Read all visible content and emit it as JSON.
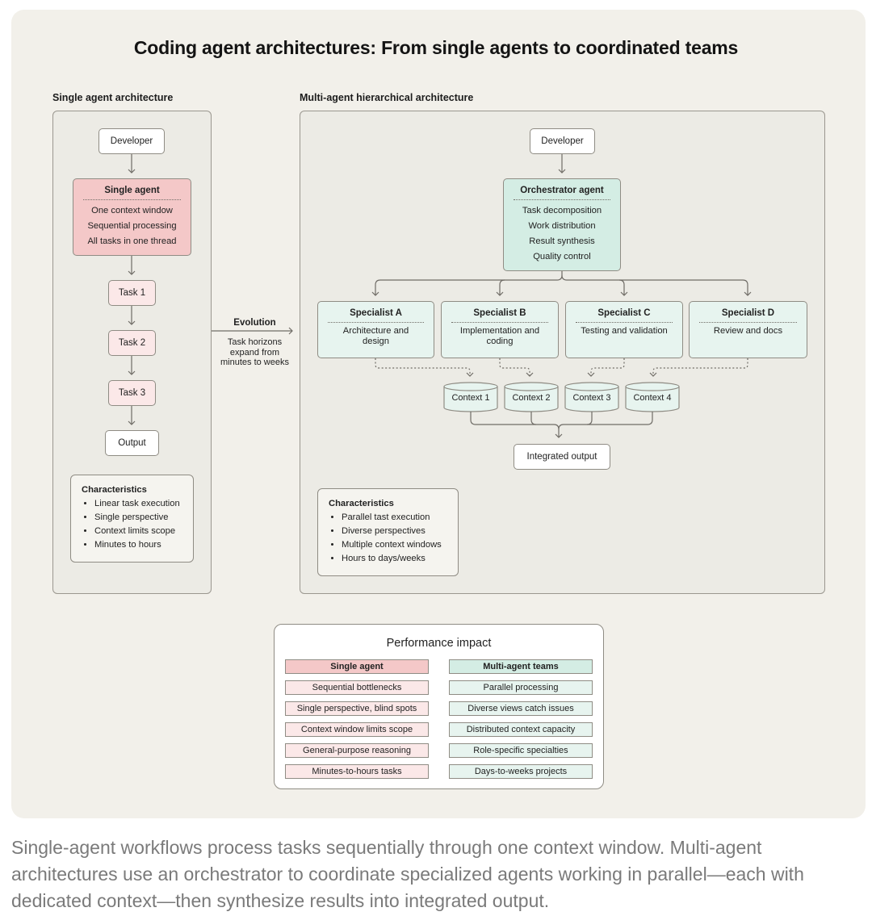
{
  "title": "Coding agent architectures: From single agents to coordinated teams",
  "single": {
    "label": "Single agent architecture",
    "developer": "Developer",
    "agent_title": "Single agent",
    "agent_lines": [
      "One context window",
      "Sequential processing",
      "All tasks in one thread"
    ],
    "tasks": [
      "Task 1",
      "Task 2",
      "Task 3"
    ],
    "output": "Output",
    "characteristics": {
      "title": "Characteristics",
      "items": [
        "Linear task execution",
        "Single perspective",
        "Context limits scope",
        "Minutes to hours"
      ]
    }
  },
  "evolution": {
    "title": "Evolution",
    "text": [
      "Task horizons",
      "expand from",
      "minutes to weeks"
    ]
  },
  "multi": {
    "label": "Multi-agent hierarchical architecture",
    "developer": "Developer",
    "orchestrator_title": "Orchestrator agent",
    "orchestrator_lines": [
      "Task decomposition",
      "Work distribution",
      "Result synthesis",
      "Quality control"
    ],
    "specialists": [
      {
        "title": "Specialist A",
        "desc": [
          "Architecture and",
          "design"
        ]
      },
      {
        "title": "Specialist B",
        "desc": [
          "Implementation and",
          "coding"
        ]
      },
      {
        "title": "Specialist C",
        "desc": [
          "Testing and validation"
        ]
      },
      {
        "title": "Specialist D",
        "desc": [
          "Review and docs"
        ]
      }
    ],
    "contexts": [
      "Context 1",
      "Context 2",
      "Context 3",
      "Context 4"
    ],
    "integrated_output": "Integrated output",
    "characteristics": {
      "title": "Characteristics",
      "items": [
        "Parallel tast execution",
        "Diverse perspectives",
        "Multiple context windows",
        "Hours to days/weeks"
      ]
    }
  },
  "performance": {
    "title": "Performance impact",
    "left_header": "Single agent",
    "right_header": "Multi-agent teams",
    "rows": [
      {
        "left": "Sequential bottlenecks",
        "right": "Parallel processing"
      },
      {
        "left": "Single perspective, blind spots",
        "right": "Diverse views catch issues"
      },
      {
        "left": "Context window limits scope",
        "right": "Distributed context capacity"
      },
      {
        "left": "General-purpose reasoning",
        "right": "Role-specific specialties"
      },
      {
        "left": "Minutes-to-hours tasks",
        "right": "Days-to-weeks projects"
      }
    ]
  },
  "caption": "Single-agent workflows process tasks sequentially through one context window. Multi-agent architectures use an orchestrator to coordinate specialized agents working in parallel—each with dedicated context—then synthesize results into integrated output.",
  "colors": {
    "panel_bg": "#f2f0ea",
    "single_agent_fill": "#f4c8c8",
    "task_fill": "#fbe8e8",
    "orchestrator_fill": "#d4ede4",
    "specialist_fill": "#e7f4ef",
    "line": "#6f6c66"
  }
}
